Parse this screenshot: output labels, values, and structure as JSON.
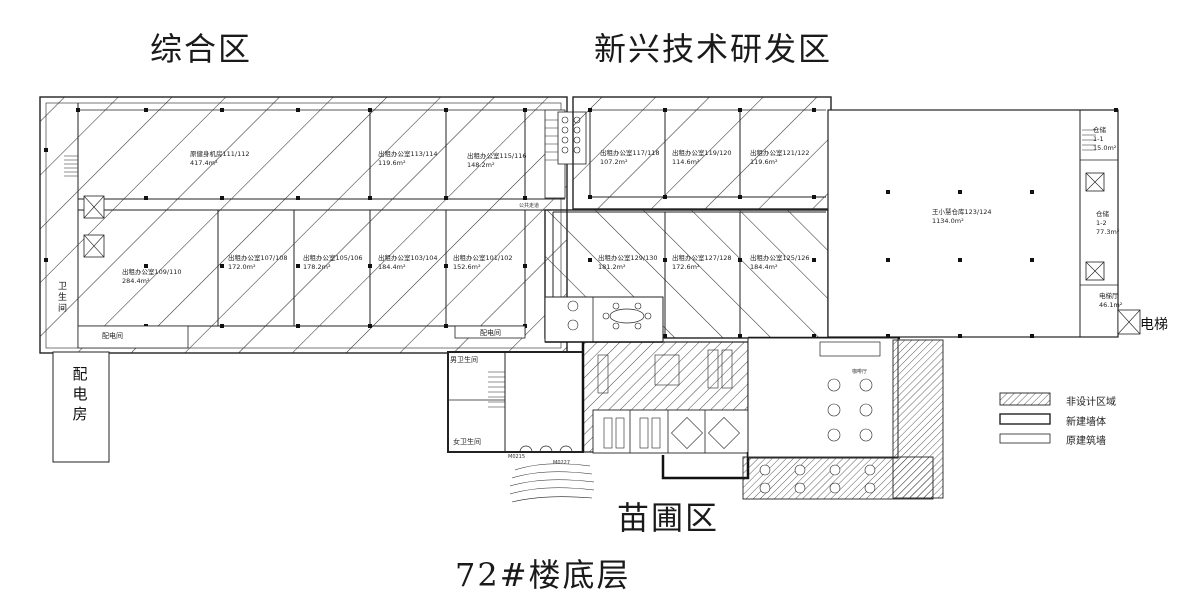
{
  "titles": {
    "zone_general": "综合区",
    "zone_rnd": "新兴技术研发区",
    "zone_nursery": "苗圃区",
    "floor": "72#楼底层"
  },
  "rooms": {
    "r111": {
      "name": "原健身机房111/112",
      "area": "417.4m²"
    },
    "r113": {
      "name": "出租办公室113/114",
      "area": "119.6m²"
    },
    "r115": {
      "name": "出租办公室115/116",
      "area": "148.2m²"
    },
    "r117": {
      "name": "出租办公室117/118",
      "area": "107.2m²"
    },
    "r119": {
      "name": "出租办公室119/120",
      "area": "114.6m²"
    },
    "r121": {
      "name": "出租办公室121/122",
      "area": "119.6m²"
    },
    "r109": {
      "name": "出租办公室109/110",
      "area": "284.4m²"
    },
    "r107": {
      "name": "出租办公室107/108",
      "area": "172.0m²"
    },
    "r105": {
      "name": "出租办公室105/106",
      "area": "178.2m²"
    },
    "r103": {
      "name": "出租办公室103/104",
      "area": "184.4m²"
    },
    "r101": {
      "name": "出租办公室101/102",
      "area": "152.6m²"
    },
    "r129": {
      "name": "出租办公室129/130",
      "area": "181.2m²"
    },
    "r127": {
      "name": "出租办公室127/128",
      "area": "172.6m²"
    },
    "r125": {
      "name": "出租办公室125/126",
      "area": "184.4m²"
    },
    "warehouse": {
      "name": "王小慧仓库123/124",
      "area": "1134.0m²"
    },
    "storage1": {
      "name": "仓储",
      "code": "1-1",
      "area": "15.0m²"
    },
    "storage2": {
      "name": "仓储",
      "code": "1-2",
      "area": "77.3m²"
    },
    "elevator_hall": {
      "name": "电梯厅",
      "area": "46.1m²"
    }
  },
  "labels": {
    "toilet": [
      "卫",
      "生",
      "间"
    ],
    "power_room": [
      "配",
      "电",
      "房"
    ],
    "elevator": "电梯",
    "dist_room_1": "配电间",
    "dist_room_2": "配电间",
    "male_toilet": "男卫生间",
    "female_toilet": "女卫生间",
    "public_corridor": "公共走道",
    "cafe": "咖啡厅",
    "m0215": "M0215",
    "m0227": "M0227"
  },
  "legend": [
    {
      "type": "hatch",
      "label": "非设计区域"
    },
    {
      "type": "new-wall",
      "label": "新建墙体"
    },
    {
      "type": "orig-wall",
      "label": "原建筑墙"
    }
  ],
  "colors": {
    "line": "#222222",
    "hatch": "#333333",
    "background": "#ffffff"
  }
}
